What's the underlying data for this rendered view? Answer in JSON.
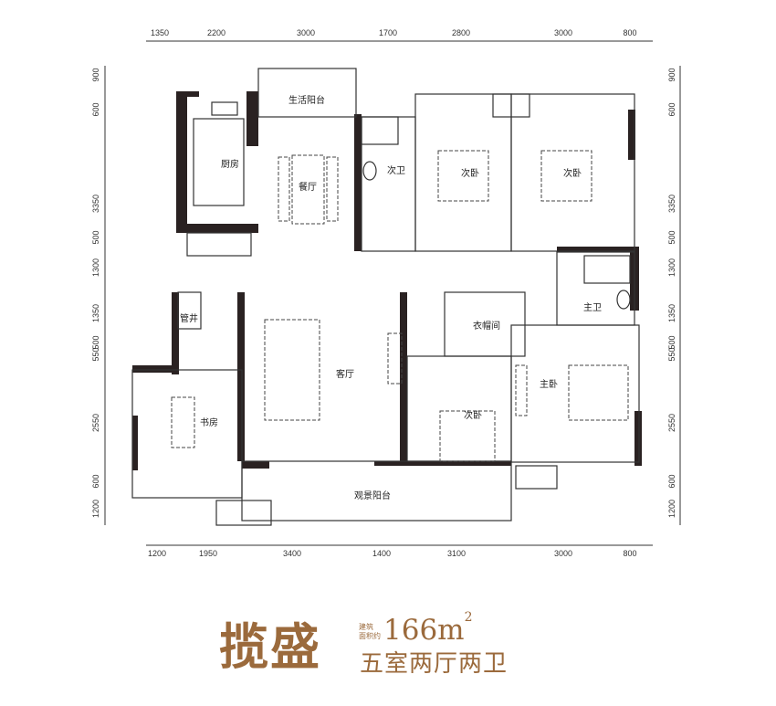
{
  "dimensions": {
    "top": [
      "1350",
      "2200",
      "3000",
      "1700",
      "2800",
      "3000",
      "800"
    ],
    "bottom": [
      "1200",
      "1950",
      "3400",
      "1400",
      "3100",
      "3000",
      "800"
    ],
    "left": [
      "900",
      "600",
      "3350",
      "500",
      "1300",
      "1350",
      "500",
      "550",
      "2550",
      "600",
      "1200"
    ],
    "right": [
      "900",
      "600",
      "3350",
      "500",
      "1300",
      "1350",
      "500",
      "550",
      "2550",
      "600",
      "1200"
    ]
  },
  "rooms": {
    "kitchen": "厨房",
    "service_balcony": "生活阳台",
    "dining": "餐厅",
    "second_bath": "次卫",
    "bedroom_a": "次卧",
    "bedroom_b": "次卧",
    "master_bath": "主卫",
    "walk_in_closet": "衣帽间",
    "master_bedroom": "主卧",
    "bedroom_c": "次卧",
    "living": "客厅",
    "study": "书房",
    "pipe_shaft": "管井",
    "view_balcony": "观景阳台"
  },
  "title": {
    "name": "揽盛",
    "area_label_1": "建筑",
    "area_label_2": "面积约",
    "area_value": "166m",
    "area_unit_sup": "2",
    "layout": "五室两厅两卫"
  },
  "colors": {
    "brand": "#9b6a3c",
    "wall": "#2a2222"
  }
}
